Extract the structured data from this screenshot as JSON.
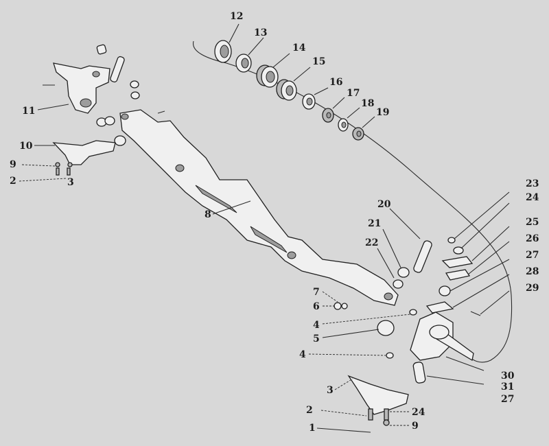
{
  "diagram": {
    "callouts": [
      {
        "id": "c12",
        "text": "12"
      },
      {
        "id": "c13",
        "text": "13"
      },
      {
        "id": "c14",
        "text": "14"
      },
      {
        "id": "c15",
        "text": "15"
      },
      {
        "id": "c16",
        "text": "16"
      },
      {
        "id": "c17",
        "text": "17"
      },
      {
        "id": "c18",
        "text": "18"
      },
      {
        "id": "c19",
        "text": "19"
      },
      {
        "id": "c11",
        "text": "11"
      },
      {
        "id": "c10",
        "text": "10"
      },
      {
        "id": "c9a",
        "text": "9"
      },
      {
        "id": "c2a",
        "text": "2"
      },
      {
        "id": "c3a",
        "text": "3"
      },
      {
        "id": "c8",
        "text": "8"
      },
      {
        "id": "c20",
        "text": "20"
      },
      {
        "id": "c21",
        "text": "21"
      },
      {
        "id": "c22",
        "text": "22"
      },
      {
        "id": "c23",
        "text": "23"
      },
      {
        "id": "c24a",
        "text": "24"
      },
      {
        "id": "c25",
        "text": "25"
      },
      {
        "id": "c26",
        "text": "26"
      },
      {
        "id": "c27a",
        "text": "27"
      },
      {
        "id": "c28",
        "text": "28"
      },
      {
        "id": "c29",
        "text": "29"
      },
      {
        "id": "c7",
        "text": "7"
      },
      {
        "id": "c6",
        "text": "6"
      },
      {
        "id": "c4a",
        "text": "4"
      },
      {
        "id": "c5",
        "text": "5"
      },
      {
        "id": "c4b",
        "text": "4"
      },
      {
        "id": "c30",
        "text": "30"
      },
      {
        "id": "c31",
        "text": "31"
      },
      {
        "id": "c27b",
        "text": "27"
      },
      {
        "id": "c3b",
        "text": "3"
      },
      {
        "id": "c2b",
        "text": "2"
      },
      {
        "id": "c24b",
        "text": "24"
      },
      {
        "id": "c1",
        "text": "1"
      },
      {
        "id": "c9b",
        "text": "9"
      }
    ]
  }
}
